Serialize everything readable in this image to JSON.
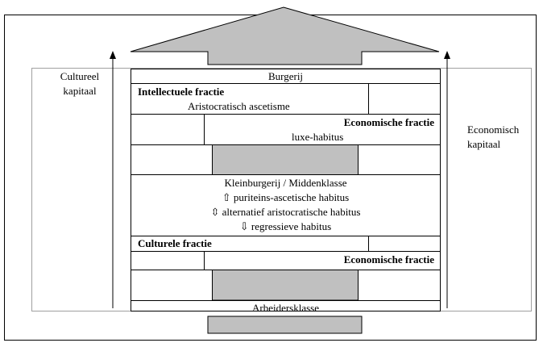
{
  "diagram": {
    "left_axis_label_line1": "Cultureel",
    "left_axis_label_line2": "kapitaal",
    "right_axis_label_line1": "Economisch",
    "right_axis_label_line2": "kapitaal",
    "upper_class": {
      "title": "Burgerij",
      "intellectual_fraction": "Intellectuele fractie",
      "intellectual_habitus": "Aristocratisch ascetisme",
      "economic_fraction": "Economische fractie",
      "economic_habitus": "luxe-habitus"
    },
    "middle_class": {
      "title": "Kleinburgerij / Middenklasse",
      "habitus_up": "⇧ puriteins-ascetische habitus",
      "habitus_updown": "⇳ alternatief aristocratische habitus",
      "habitus_down": "⇩ regressieve habitus",
      "cultural_fraction": "Culturele fractie",
      "economic_fraction": "Economische fractie"
    },
    "lower_class": {
      "title": "Arbeidersklasse"
    },
    "colors": {
      "arrow_fill": "#c0c0c0",
      "border": "#000000",
      "inner_border": "#a0a0a0"
    }
  }
}
